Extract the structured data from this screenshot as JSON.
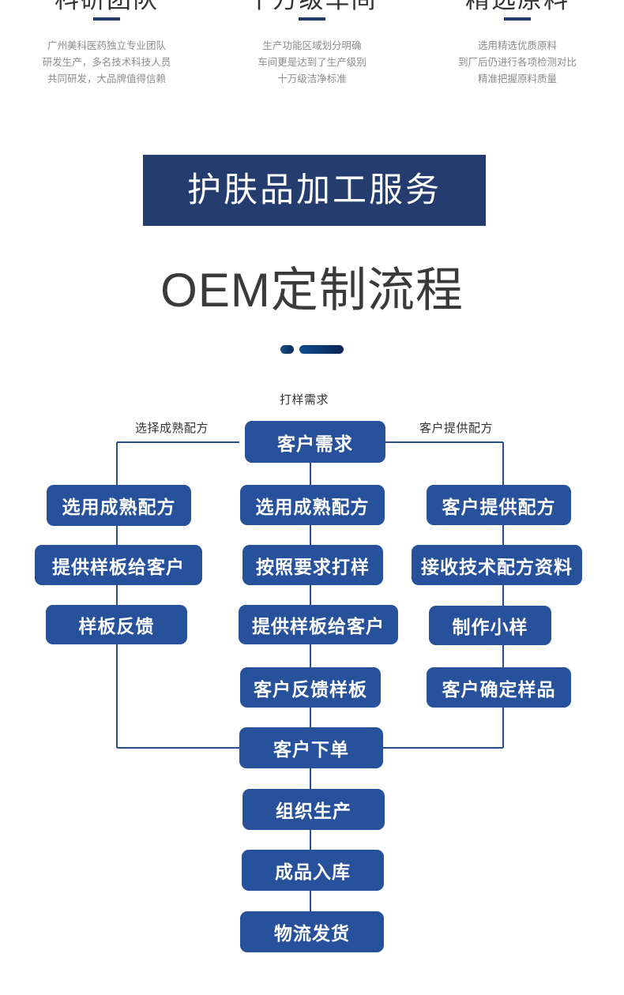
{
  "features": [
    {
      "title": "科研团队",
      "desc_lines": [
        "广州美科医药独立专业团队",
        "研发生产，多名技术科技人员",
        "共同研发，大品牌值得信赖"
      ]
    },
    {
      "title": "十万级车间",
      "desc_lines": [
        "生产功能区域划分明确",
        "车间更是达到了生产级别",
        "十万级洁净标准"
      ]
    },
    {
      "title": "精选原料",
      "desc_lines": [
        "选用精选优质原料",
        "到厂后仍进行各项检测对比",
        "精准把握原料质量"
      ]
    }
  ],
  "banner": {
    "text": "护肤品加工服务"
  },
  "title": {
    "text": "OEM定制流程"
  },
  "flow": {
    "edge_labels": {
      "top": "打样需求",
      "left": "选择成熟配方",
      "right": "客户提供配方"
    },
    "root": "客户需求",
    "left_column": [
      "选用成熟配方",
      "提供样板给客户",
      "样板反馈"
    ],
    "middle_column": [
      "选用成熟配方",
      "按照要求打样",
      "提供样板给客户",
      "客户反馈样板"
    ],
    "right_column": [
      "客户提供配方",
      "接收技术配方资料",
      "制作小样",
      "客户确定样品"
    ],
    "trunk": [
      "客户下单",
      "组织生产",
      "成品入库",
      "物流发货"
    ]
  },
  "colors": {
    "banner_navy": "#253d6e",
    "node_blue": "#27519a",
    "line_blue": "#2a4f8f",
    "rule_navy": "#243a66",
    "body_gray": "#8d8d8d",
    "title_gray": "#3a3a3a"
  }
}
